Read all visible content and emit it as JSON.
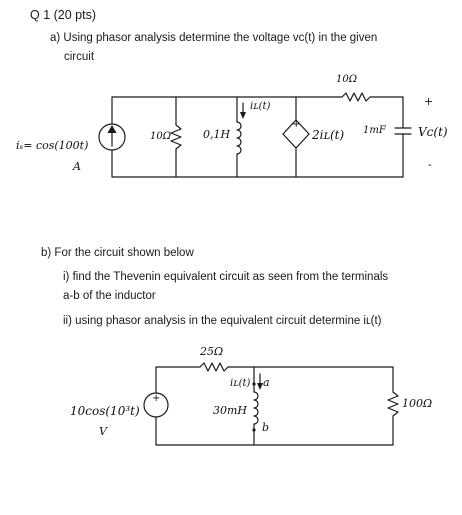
{
  "question": {
    "title": "Q 1 (20 pts)",
    "part_a": {
      "line1": "a) Using phasor analysis determine the voltage vᴄ(t) in the given",
      "line2": "circuit"
    },
    "part_b": {
      "line1": "b) For the circuit shown below",
      "line2": "i) find the Thevenin equivalent circuit as seen from the terminals",
      "line3": "a-b of the inductor",
      "line4": "ii) using phasor analysis in the equivalent circuit determine iʟ(t)"
    }
  },
  "circuit_a": {
    "source_label": "iₛ= cos(100t)",
    "source_unit": "A",
    "r1": "10Ω",
    "inductor": "0,1H",
    "current_label": "iʟ(t)",
    "dep_source": "2iʟ(t)",
    "r2": "10Ω",
    "cap": "1mF",
    "vc": "Vᴄ(t)",
    "plus": "+",
    "minus": "-",
    "dep_plus": "+"
  },
  "circuit_b": {
    "source_label": "10cos(10³t)",
    "source_unit": "V",
    "resistor_top": "25Ω",
    "inductor": "30mH",
    "current_label": "iʟ(t)",
    "term_a": "a",
    "term_b": "b",
    "resistor_right": "100Ω",
    "plus": "+"
  }
}
